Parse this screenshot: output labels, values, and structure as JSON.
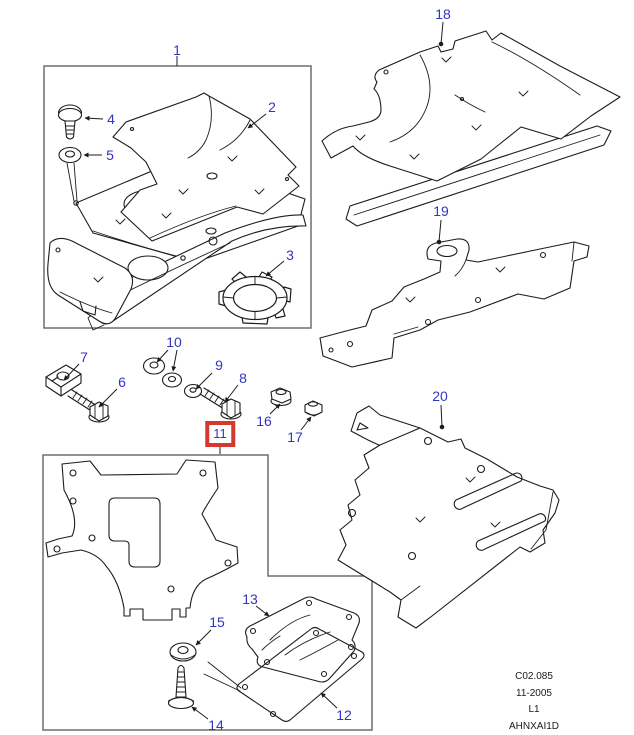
{
  "figure": {
    "type": "exploded-parts-diagram",
    "callouts": {
      "c1": "1",
      "c2": "2",
      "c3": "3",
      "c4": "4",
      "c5": "5",
      "c6": "6",
      "c7": "7",
      "c8": "8",
      "c9": "9",
      "c10": "10",
      "c11": "11",
      "c12": "12",
      "c13": "13",
      "c14": "14",
      "c15": "15",
      "c16": "16",
      "c17": "17",
      "c18": "18",
      "c19": "19",
      "c20": "20"
    },
    "highlighted_callout": "11",
    "footer": {
      "line1": "C02.085",
      "line2": "11-2005",
      "line3": "L1",
      "line4": "AHNXAI1D"
    },
    "colors": {
      "callout_text": "#3135c2",
      "highlight_border": "#d7382e",
      "line_art": "#1c1c1c",
      "group_box_border": "#6f6f6f",
      "background": "#ffffff"
    }
  }
}
